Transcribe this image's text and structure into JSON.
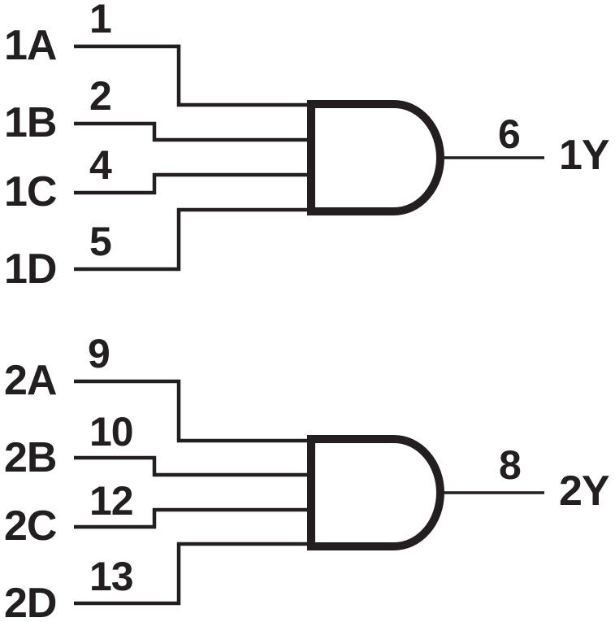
{
  "palette": {
    "ink": "#231f20",
    "paper": "#ffffff"
  },
  "gates": [
    {
      "id": "gate-1",
      "symbol": "4-input-and-gate",
      "inputs": [
        {
          "label": "1A",
          "pin": "1"
        },
        {
          "label": "1B",
          "pin": "2"
        },
        {
          "label": "1C",
          "pin": "4"
        },
        {
          "label": "1D",
          "pin": "5"
        }
      ],
      "output": {
        "label": "1Y",
        "pin": "6"
      }
    },
    {
      "id": "gate-2",
      "symbol": "4-input-and-gate",
      "inputs": [
        {
          "label": "2A",
          "pin": "9"
        },
        {
          "label": "2B",
          "pin": "10"
        },
        {
          "label": "2C",
          "pin": "12"
        },
        {
          "label": "2D",
          "pin": "13"
        }
      ],
      "output": {
        "label": "2Y",
        "pin": "8"
      }
    }
  ]
}
